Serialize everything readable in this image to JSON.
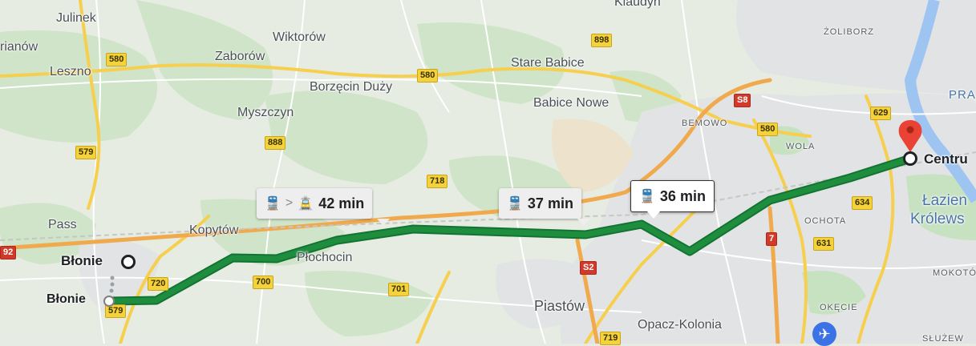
{
  "places": {
    "julinek": "Julinek",
    "rianow": "rianów",
    "leszno": "Leszno",
    "wiktorow": "Wiktorów",
    "zaborow": "Zaborów",
    "klaudyn": "Klaudyn",
    "stare_babice": "Stare Babice",
    "borzecin_duzy": "Borzęcin Duży",
    "babice_nowe": "Babice Nowe",
    "myszczyn": "Myszczyn",
    "zoliborz": "ŻOLIBORZ",
    "pra": "PRA",
    "bemowo": "BEMOWO",
    "wola": "WOLA",
    "centrum": "Centru",
    "lazien": "Łazien",
    "krolews": "Królews",
    "ochota": "OCHOTA",
    "mokoto": "MOKOTÓ",
    "pass": "Pass",
    "kopytow": "Kopytów",
    "plochocin": "Płochocin",
    "blonie_station": "Błonie",
    "blonie_start": "Błonie",
    "piastow": "Piastów",
    "opacz_kolonia": "Opacz-Kolonia",
    "okecie": "OKĘCIE",
    "sluzew": "SŁUŻEW"
  },
  "roads": {
    "r580a": "580",
    "r580b": "580",
    "r580c": "580",
    "r898": "898",
    "r888": "888",
    "r579a": "579",
    "r579b": "579",
    "r718": "718",
    "r720": "720",
    "r700": "700",
    "r701": "701",
    "r719": "719",
    "r629": "629",
    "r634": "634",
    "r631": "631",
    "r92": "92",
    "s8": "S8",
    "s2": "S2",
    "r7": "7"
  },
  "route_options": [
    {
      "time": "42 min",
      "icons": [
        "train-icon",
        "tram-icon"
      ]
    },
    {
      "time": "37 min",
      "icons": [
        "train-icon"
      ]
    },
    {
      "time": "36 min",
      "icons": [
        "train-icon"
      ],
      "selected": true
    }
  ],
  "ui": {
    "separator": ">",
    "train_glyph": "🚆",
    "tram_glyph": "🚊",
    "plane_glyph": "✈"
  },
  "colors": {
    "route": "#1e8e3e",
    "route_outline": "#137333",
    "river": "#9ec5f2",
    "urban": "#dfe1e5",
    "green": "#cfe7c9",
    "pin": "#ea4335"
  }
}
